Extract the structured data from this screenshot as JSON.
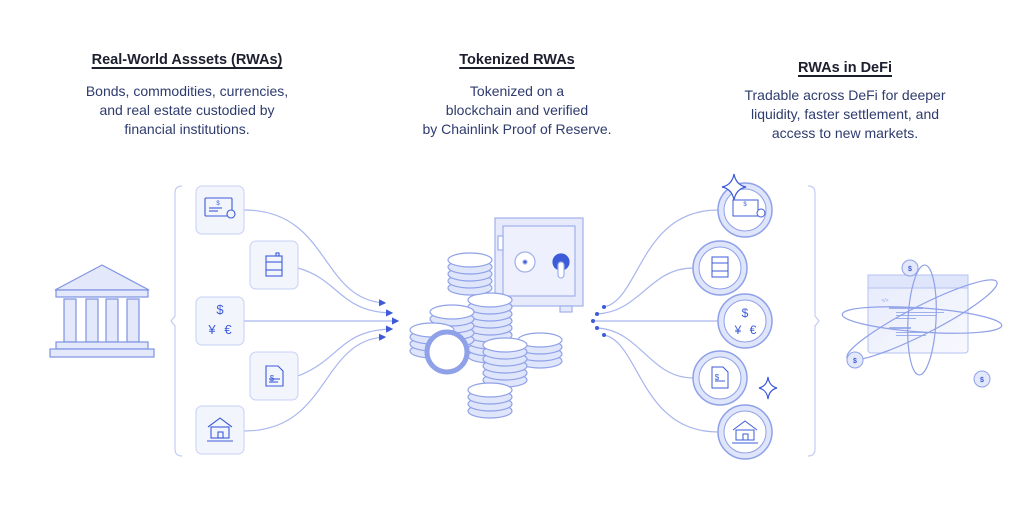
{
  "columns": [
    {
      "title": "Real-World Asssets (RWAs)",
      "lines": [
        "Bonds, commodities, currencies,",
        "and real estate custodied by",
        "financial institutions."
      ]
    },
    {
      "title": "Tokenized RWAs",
      "lines": [
        "Tokenized on a",
        "blockchain and verified",
        "by Chainlink Proof of Reserve."
      ]
    },
    {
      "title": "RWAs in DeFi",
      "lines": [
        "Tradable across DeFi for deeper",
        "liquidity, faster settlement, and",
        "access to new markets."
      ]
    }
  ],
  "asset_icons": [
    "bond-certificate-icon",
    "oil-barrel-icon",
    "currency-icon",
    "invoice-document-icon",
    "house-icon"
  ],
  "icon_glyphs": {
    "dollar": "$",
    "yen": "¥",
    "euro": "€",
    "code": "</>"
  },
  "colors": {
    "accent": "#3d5bd9",
    "line": "#a9b6ee",
    "fill": "#eef1fc",
    "text": "#2e3b6e"
  }
}
